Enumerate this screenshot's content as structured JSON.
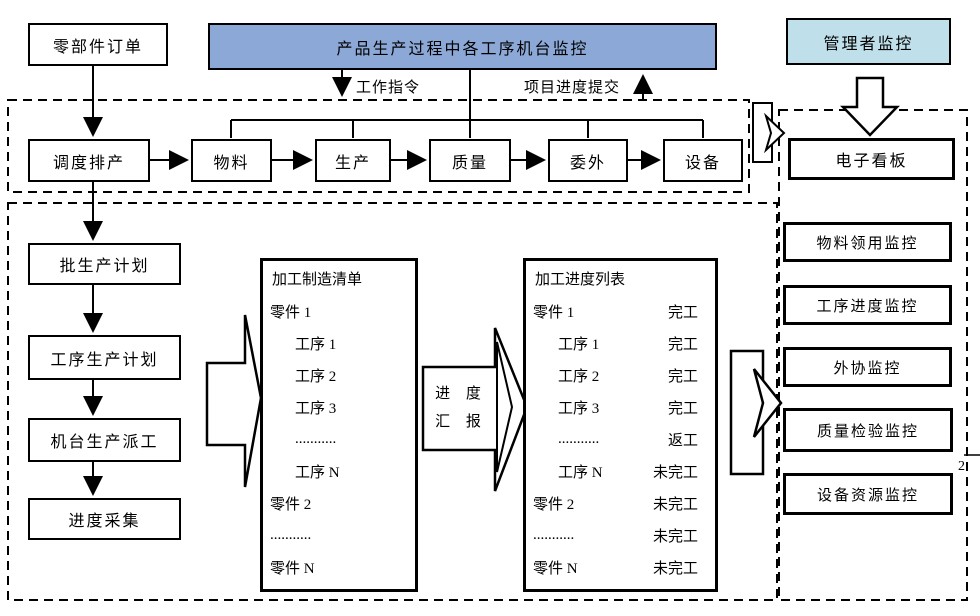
{
  "header": {
    "title": "产品生产过程中各工序机台监控",
    "manager": "管理者监控"
  },
  "top_left_box": "零部件订单",
  "annotations": {
    "work_order": "工作指令",
    "progress_submit": "项目进度提交",
    "page_marker": "2"
  },
  "process_row": [
    "调度排产",
    "物料",
    "生产",
    "质量",
    "委外",
    "设备"
  ],
  "left_flow": [
    "批生产计划",
    "工序生产计划",
    "机台生产派工",
    "进度采集"
  ],
  "big_arrow_label": {
    "line1": "进 度",
    "line2": "汇 报"
  },
  "lists": {
    "manufacturing": {
      "title": "加工制造清单",
      "items": [
        {
          "name": "零件 1",
          "indent": false
        },
        {
          "name": "工序 1",
          "indent": true
        },
        {
          "name": "工序 2",
          "indent": true
        },
        {
          "name": "工序 3",
          "indent": true
        },
        {
          "name": "...........",
          "indent": true
        },
        {
          "name": "工序 N",
          "indent": true
        },
        {
          "name": "零件 2",
          "indent": false
        },
        {
          "name": "...........",
          "indent": false
        },
        {
          "name": "零件 N",
          "indent": false
        }
      ]
    },
    "progress": {
      "title": "加工进度列表",
      "items": [
        {
          "name": "零件 1",
          "status": "完工",
          "indent": false
        },
        {
          "name": "工序 1",
          "status": "完工",
          "indent": true
        },
        {
          "name": "工序 2",
          "status": "完工",
          "indent": true
        },
        {
          "name": "工序 3",
          "status": "完工",
          "indent": true
        },
        {
          "name": "...........",
          "status": "返工",
          "indent": true
        },
        {
          "name": "工序 N",
          "status": "未完工",
          "indent": true
        },
        {
          "name": "零件 2",
          "status": "未完工",
          "indent": false
        },
        {
          "name": "...........",
          "status": "未完工",
          "indent": false
        },
        {
          "name": "零件 N",
          "status": "未完工",
          "indent": false
        }
      ]
    }
  },
  "right_column": [
    "电子看板",
    "物料领用监控",
    "工序进度监控",
    "外协监控",
    "质量检验监控",
    "设备资源监控"
  ],
  "colors": {
    "header_fill": "#8CA8D6",
    "manager_fill": "#BFE0EA",
    "line": "#000000"
  }
}
